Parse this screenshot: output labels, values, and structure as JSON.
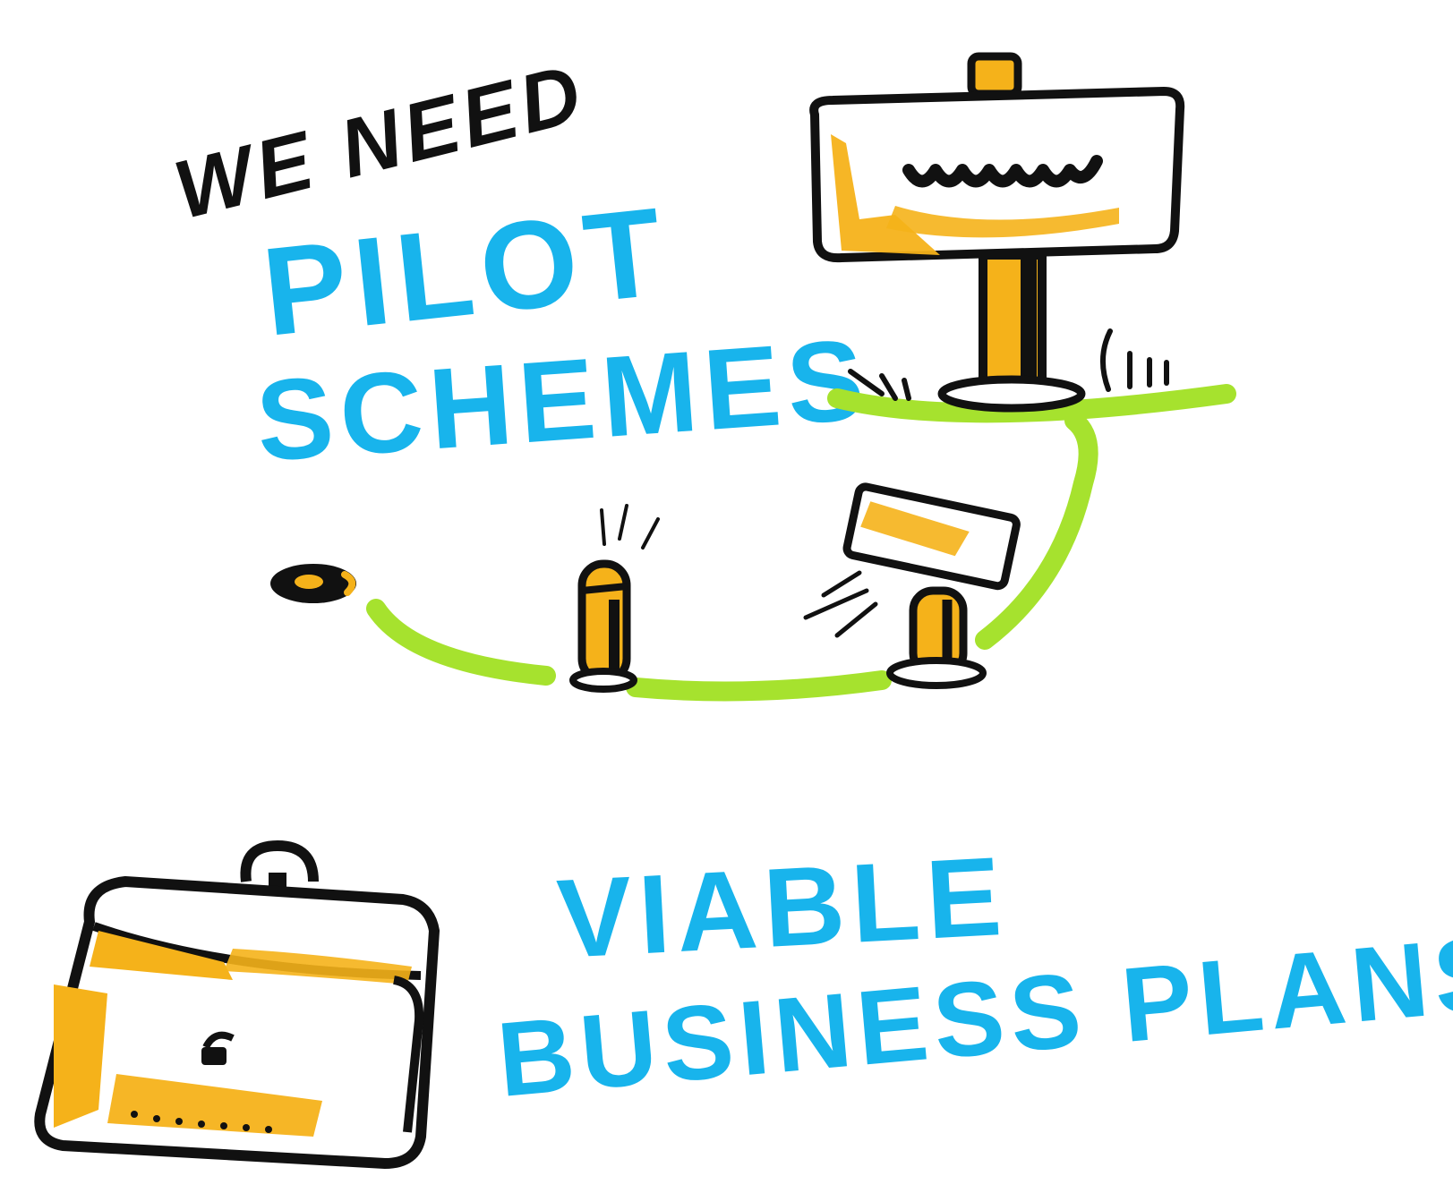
{
  "heading_small": "WE NEED",
  "heading_pilot": "PILOT",
  "heading_schemes": "SCHEMES",
  "heading_viable": "VIABLE",
  "heading_business_plans": "BUSINESS PLANS",
  "colors": {
    "ink": "#111111",
    "cyan": "#18b4ec",
    "yellow": "#f5b21a",
    "green": "#a6e22e",
    "background": "#ffffff"
  },
  "icons": [
    "signpost-icon",
    "grass-tufts-icon",
    "toppling-signpost-icon",
    "briefcase-icon"
  ]
}
